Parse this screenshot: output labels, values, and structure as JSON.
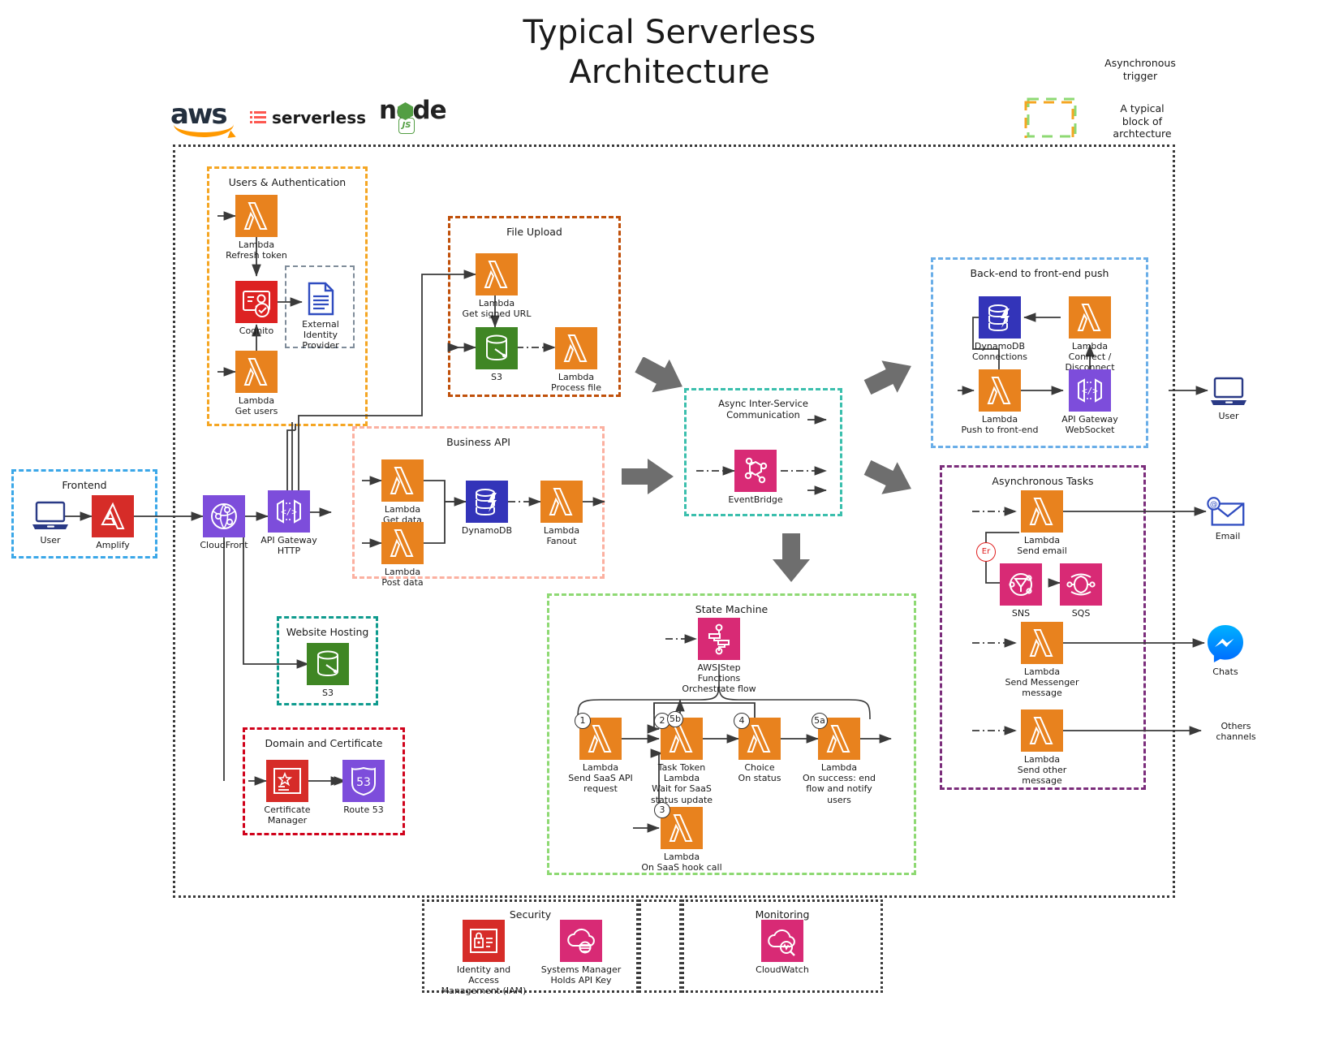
{
  "title": {
    "line1": "Typical Serverless",
    "line2": "Architecture"
  },
  "logos": {
    "aws": "aws",
    "serverless": "serverless",
    "node": "node",
    "node_js": "JS"
  },
  "legend": {
    "async_trigger": "Asynchronous\ntrigger",
    "async_trigger_l1": "Asynchronous",
    "async_trigger_l2": "trigger",
    "block_l1": "A typical",
    "block_l2": "block of",
    "block_l3": "archtecture"
  },
  "groups": {
    "users_auth": "Users & Authentication",
    "file_upload": "File Upload",
    "business_api": "Business API",
    "website_hosting": "Website Hosting",
    "domain_certificate": "Domain and Certificate",
    "frontend": "Frontend",
    "async_inter_service": "Async Inter-Service Communication",
    "state_machine": "State Machine",
    "backend_push": "Back-end to front-end push",
    "async_tasks": "Asynchronous Tasks",
    "security": "Security",
    "monitoring": "Monitoring"
  },
  "nodes": {
    "lambda_refresh_token": "Lambda\nRefresh token",
    "lambda_refresh_token_l1": "Lambda",
    "lambda_refresh_token_l2": "Refresh token",
    "cognito": "Cognito",
    "external_idp_l1": "External",
    "external_idp_l2": "Identity",
    "external_idp_l3": "Provider",
    "lambda_get_users_l1": "Lambda",
    "lambda_get_users_l2": "Get users",
    "lambda_signed_url_l1": "Lambda",
    "lambda_signed_url_l2": "Get signed URL",
    "s3_upload": "S3",
    "lambda_process_file_l1": "Lambda",
    "lambda_process_file_l2": "Process file",
    "frontend_user": "User",
    "amplify": "Amplify",
    "cloudfront": "CloudFront",
    "api_gateway_http_l1": "API Gateway",
    "api_gateway_http_l2": "HTTP",
    "lambda_get_data_l1": "Lambda",
    "lambda_get_data_l2": "Get data",
    "lambda_post_data_l1": "Lambda",
    "lambda_post_data_l2": "Post data",
    "dynamodb": "DynamoDB",
    "lambda_fanout_l1": "Lambda",
    "lambda_fanout_l2": "Fanout",
    "s3_website": "S3",
    "certificate_manager_l1": "Certificate",
    "certificate_manager_l2": "Manager",
    "route53": "Route 53",
    "eventbridge": "EventBridge",
    "step_functions_l1": "AWS Step",
    "step_functions_l2": "Functions",
    "step_functions_l3": "Orchestrate flow",
    "sm_lambda1_l1": "Lambda",
    "sm_lambda1_l2": "Send SaaS API",
    "sm_lambda1_l3": "request",
    "sm_task_token_l1": "Task Token",
    "sm_task_token_l2": "Lambda",
    "sm_task_token_l3": "Wait for SaaS",
    "sm_task_token_l4": "status update",
    "sm_choice_l1": "Choice",
    "sm_choice_l2": "On status",
    "sm_success_l1": "Lambda",
    "sm_success_l2": "On success: end",
    "sm_success_l3": "flow and notify",
    "sm_success_l4": "users",
    "sm_hook_l1": "Lambda",
    "sm_hook_l2": "On SaaS hook call",
    "dynamodb_connections_l1": "DynamoDB",
    "dynamodb_connections_l2": "Connections",
    "lambda_connect_l1": "Lambda",
    "lambda_connect_l2": "Connect /",
    "lambda_connect_l3": "Disconnect",
    "lambda_push_l1": "Lambda",
    "lambda_push_l2": "Push to front-end",
    "apigw_ws_l1": "API Gateway",
    "apigw_ws_l2": "WebSocket",
    "end_user": "User",
    "lambda_send_email_l1": "Lambda",
    "lambda_send_email_l2": "Send email",
    "err_badge": "Er",
    "sns": "SNS",
    "sqs": "SQS",
    "lambda_messenger_l1": "Lambda",
    "lambda_messenger_l2": "Send Messenger",
    "lambda_messenger_l3": "message",
    "lambda_other_l1": "Lambda",
    "lambda_other_l2": "Send other",
    "lambda_other_l3": "message",
    "email": "Email",
    "chats": "Chats",
    "others_l1": "Others",
    "others_l2": "channels",
    "iam_l1": "Identity and",
    "iam_l2": "Access",
    "iam_l3": "Management (IAM)",
    "ssm_l1": "Systems Manager",
    "ssm_l2": "Holds API Key",
    "cloudwatch": "CloudWatch"
  },
  "badges": {
    "b1": "1",
    "b2": "2",
    "b3": "3",
    "b4": "4",
    "b5a": "5a",
    "b5b": "5b"
  },
  "colors": {
    "lambda_orange": "#e8821e",
    "s3_green": "#3f8624",
    "dynamodb_blue": "#3334b9",
    "cognito_red": "#dd2222",
    "purple": "#7d4ddb",
    "pink": "#d82a75",
    "amplify_red": "#d62c28",
    "node_green": "#539e43",
    "aws_orange": "#ff9900",
    "group_users": "#f5a623",
    "group_file": "#c0500a",
    "group_api": "#fbb0a0",
    "group_web": "#0f9b8e",
    "group_domain": "#d0021b",
    "group_async": "#3bbfad",
    "group_state": "#8ed973",
    "group_backend": "#6aaee8",
    "group_tasks": "#7b2d7b",
    "frontend_blue": "#3ba7e8",
    "arrow_grey": "#6e6e6e"
  }
}
